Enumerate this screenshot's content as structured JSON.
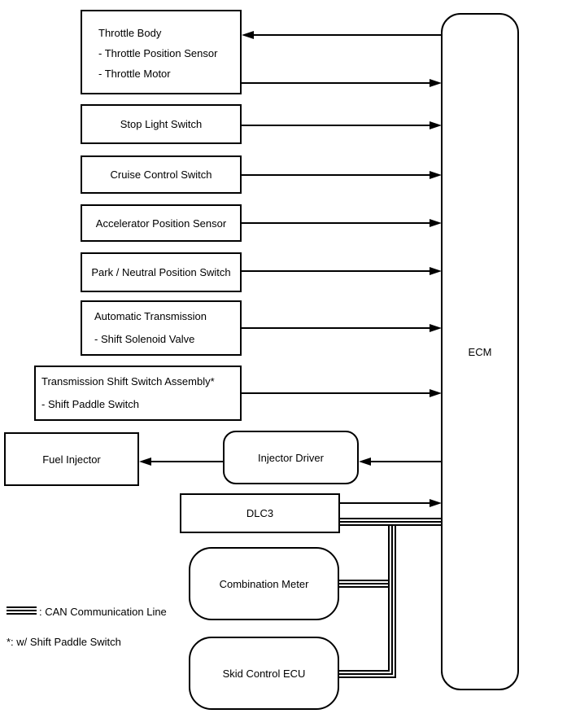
{
  "diagram": {
    "ecm": {
      "label": "ECM"
    },
    "boxes": {
      "throttle_body": {
        "lines": [
          "Throttle Body",
          "- Throttle Position Sensor",
          "- Throttle Motor"
        ]
      },
      "stop_light_switch": {
        "label": "Stop Light Switch"
      },
      "cruise_control_switch": {
        "label": "Cruise Control Switch"
      },
      "accelerator_position_sensor": {
        "label": "Accelerator Position Sensor"
      },
      "park_neutral_position_switch": {
        "label": "Park / Neutral Position Switch"
      },
      "automatic_transmission": {
        "lines": [
          "Automatic Transmission",
          "- Shift Solenoid Valve"
        ]
      },
      "transmission_shift_switch_assembly": {
        "lines": [
          "Transmission Shift Switch Assembly*",
          "- Shift Paddle Switch"
        ]
      },
      "fuel_injector": {
        "label": "Fuel Injector"
      },
      "injector_driver": {
        "label": "Injector Driver"
      },
      "dlc3": {
        "label": "DLC3"
      },
      "combination_meter": {
        "label": "Combination Meter"
      },
      "skid_control_ecu": {
        "label": "Skid Control ECU"
      }
    },
    "legend": {
      "can_label": ": CAN Communication Line",
      "footnote": "*: w/ Shift Paddle Switch"
    },
    "colors": {
      "line": "#000000",
      "background": "#ffffff",
      "text": "#000000"
    }
  }
}
